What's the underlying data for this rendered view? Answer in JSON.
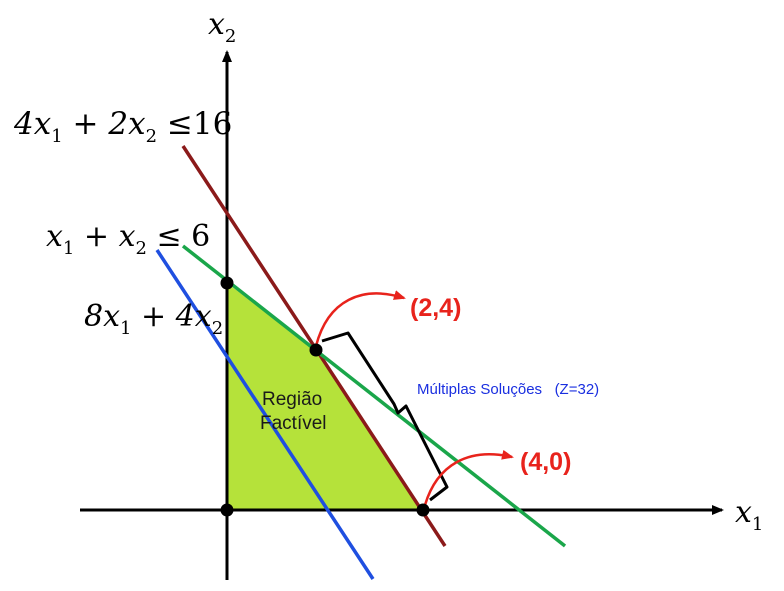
{
  "axes": {
    "x_label": "x",
    "x_sub": "1",
    "y_label": "x",
    "y_sub": "2"
  },
  "constraints": {
    "c1": {
      "part1": "4x",
      "sub1": "1",
      "part2": " + 2x",
      "sub2": "2",
      "part3": " ≤16",
      "color": "#8b1a1a"
    },
    "c2": {
      "part1": "x",
      "sub1": "1",
      "part2": " + x",
      "sub2": "2",
      "part3": " ≤ 6",
      "color": "#1aa64a"
    },
    "objective": {
      "part1": "8x",
      "sub1": "1",
      "part2": " + 4x",
      "sub2": "2",
      "color": "#1f4fe0"
    }
  },
  "region": {
    "line1": "Região",
    "line2": "Factível",
    "fill": "#b5e23a"
  },
  "points": {
    "p1": "(2,4)",
    "p2": "(4,0)",
    "label_color": "#e8231c"
  },
  "annotation": {
    "text": "Múltiplas Soluções   (Z=32)",
    "color": "#1a2fe0"
  }
}
